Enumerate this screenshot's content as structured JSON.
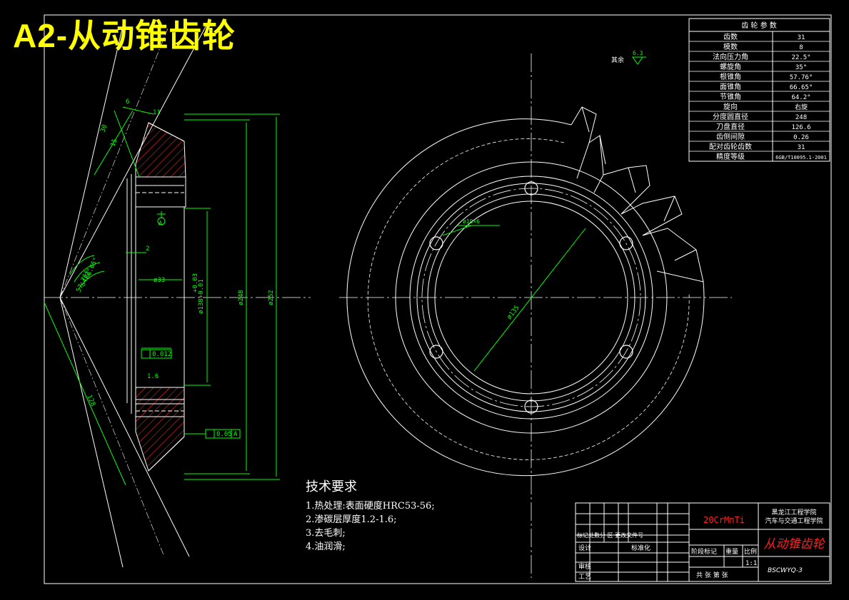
{
  "title": "A2-从动锥齿轮",
  "surface_note": {
    "text": "其余",
    "roughness": "6.3"
  },
  "params_table": {
    "header": "齿 轮 参 数",
    "rows": [
      [
        "齿数",
        "31"
      ],
      [
        "模数",
        "8"
      ],
      [
        "法向压力角",
        "22.5°"
      ],
      [
        "螺旋角",
        "35°"
      ],
      [
        "根锥角",
        "57.76°"
      ],
      [
        "面锥角",
        "66.65°"
      ],
      [
        "节锥角",
        "64.2°"
      ],
      [
        "旋向",
        "右旋"
      ],
      [
        "分度圆直径",
        "248"
      ],
      [
        "刀盘直径",
        "126.6"
      ],
      [
        "齿侧间隙",
        "0.26"
      ],
      [
        "配对齿轮齿数",
        "31"
      ],
      [
        "精度等级",
        "6GB/T10095.1-2001"
      ]
    ]
  },
  "dims": {
    "d33": "ø33",
    "d138": "ø138+0.01",
    "tol": "+0.03",
    "d248": "ø248",
    "d252": "ø252",
    "d135": "ø135",
    "hole": "ø10×6",
    "len128": "128",
    "a30": "30",
    "a15": "15",
    "a6": "6",
    "a11": "11",
    "ang1": "66.65°",
    "ang2": "64.2°",
    "ang3": "57.76°",
    "two": "2",
    "datumA": "A",
    "runout1": "0.012",
    "rough16": "1.6",
    "runout2": "0.05",
    "runout2_ref": "A"
  },
  "requirements": {
    "heading": "技术要求",
    "lines": [
      "1.热处理:表面硬度HRC53-56;",
      "2.渗碳层厚度1.2-1.6;",
      "3.去毛刺;",
      "4.油润滑;"
    ]
  },
  "title_block": {
    "material": "20CrMnTi",
    "school1": "黑龙江工程学院",
    "school2": "汽车与交通工程学院",
    "part_name": "从动锥齿轮",
    "drawing_no": "BSCWYQ-3",
    "row_mark": "标记处数分  区  更改文件号",
    "design": "设计",
    "standard": "标准化",
    "review": "审核",
    "process": "工艺",
    "stage": "阶段标记",
    "weight": "重量",
    "ratio_label": "比例",
    "ratio": "1:1",
    "sheets": "共 张  第 张"
  }
}
